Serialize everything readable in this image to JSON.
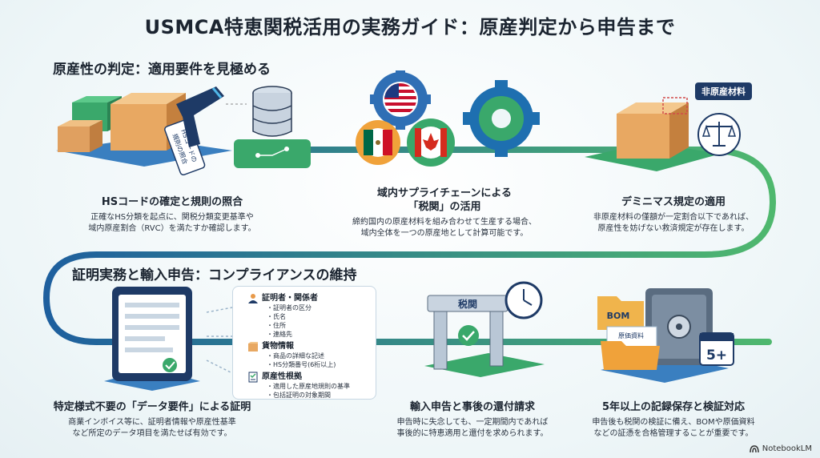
{
  "title": "USMCA特恵関税活用の実務ガイド：原産判定から申告まで",
  "sections": {
    "origin": "原産性の判定：適用要件を見極める",
    "compliance": "証明実務と輸入申告：コンプライアンスの維持"
  },
  "steps": [
    {
      "heading": "HSコードの確定と規則の照合",
      "body": [
        "正確なHS分類を起点に、関税分類変更基準や",
        "域内原産割合（RVC）を満たすか確認します。"
      ]
    },
    {
      "heading": [
        "域内サプライチェーンによる",
        "「税関」の活用"
      ],
      "body": [
        "締約国内の原産材料を組み合わせて生産する場合、",
        "域内全体を一つの原産地として計算可能です。"
      ]
    },
    {
      "heading": "デミニマス規定の適用",
      "body": [
        "非原産材料の僅額が一定割合以下であれば、",
        "原産性を妨げない救済規定が存在します。"
      ]
    },
    {
      "heading": "特定様式不要の「データ要件」による証明",
      "body": [
        "商業インボイス等に、証明者情報や原産性基準",
        "など所定のデータ項目を満たせば有効です。"
      ]
    },
    {
      "heading": "輸入申告と事後の還付請求",
      "body": [
        "申告時に失念しても、一定期間内であれば",
        "事後的に特恵適用と還付を求められます。"
      ]
    },
    {
      "heading": "5年以上の記録保存と検証対応",
      "body": [
        "申告後も税関の検証に備え、BOMや原価資料",
        "などの証憑を合格管理することが重要です。"
      ]
    }
  ],
  "scanner_tag": [
    "HSコードの",
    "規則の照合"
  ],
  "non_origin_label": "非原産材料",
  "data_card": [
    {
      "icon": "person-icon",
      "heading": "証明者・関係者",
      "items": [
        "証明者の区分",
        "氏名",
        "住所",
        "連絡先"
      ]
    },
    {
      "icon": "box-icon",
      "heading": "貨物情報",
      "items": [
        "商品の詳細な記述",
        "HS分類番号(6桁以上)"
      ]
    },
    {
      "icon": "checklist-icon",
      "heading": "原産性根拠",
      "items": [
        "適用した原産地規則の基準",
        "包括証明の対象期間"
      ]
    }
  ],
  "gate_sign": "税関",
  "folder_labels": {
    "bom": "BOM",
    "docs": "原価資料"
  },
  "calendar_badge": "5+",
  "brand": "NotebookLM",
  "colors": {
    "accent_blue": "#1e5f9e",
    "accent_green": "#3aa86b",
    "navy": "#1e3a66"
  }
}
